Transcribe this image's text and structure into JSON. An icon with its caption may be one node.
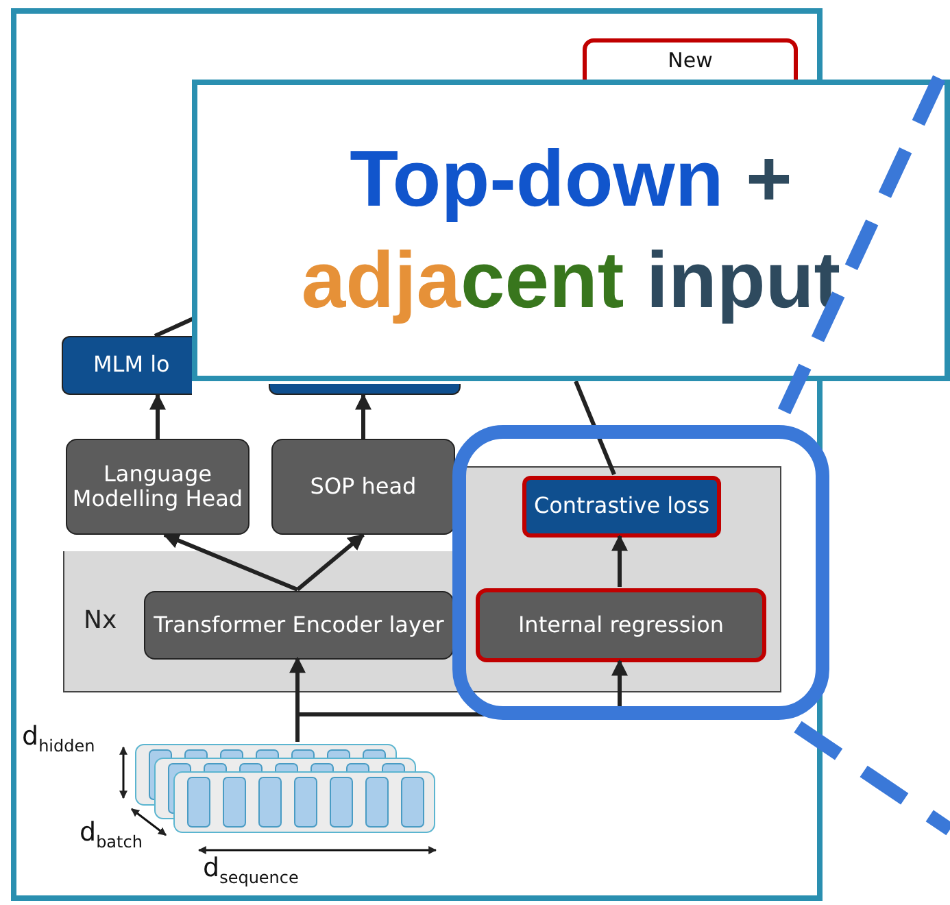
{
  "diagram": {
    "nodes": [
      {
        "text": [
          "New"
        ]
      },
      {
        "text": [
          "MLM lo"
        ]
      },
      {
        "text": [],
        "shape": "box"
      },
      {
        "text": [
          "Language Modelling Head"
        ]
      },
      {
        "text": [
          "SOP head"
        ]
      },
      {
        "text": [
          "Nx"
        ]
      },
      {
        "text": [
          "Transformer Encoder layer"
        ],
        "in": 5
      },
      {
        "text": [
          "Contrastive loss"
        ],
        "in": 5
      },
      {
        "text": [
          "Internal regression"
        ],
        "in": 5
      },
      {
        "text": [],
        "shape": "picture",
        "beside": [
          "d$_{hidden}$",
          "d$_{batch}$",
          "d$_{sequence}$"
        ]
      },
      {
        "text": [
          "Top-down + adjacent input"
        ]
      }
    ],
    "edges": [
      {
        "from": 9,
        "to": 6,
        "arrow": "to"
      },
      {
        "from": 9,
        "to": 8,
        "arrow": "to"
      },
      {
        "from": 6,
        "to": 3,
        "arrow": "to"
      },
      {
        "from": 6,
        "to": 4,
        "arrow": "to"
      },
      {
        "from": 8,
        "to": 7,
        "arrow": "to"
      },
      {
        "from": 3,
        "to": 1,
        "arrow": "to"
      },
      {
        "from": 4,
        "to": 2,
        "arrow": "to"
      },
      {
        "from": 1,
        "to": 10,
        "arrow": "none"
      },
      {
        "from": 7,
        "to": 10,
        "arrow": "none"
      }
    ]
  }
}
